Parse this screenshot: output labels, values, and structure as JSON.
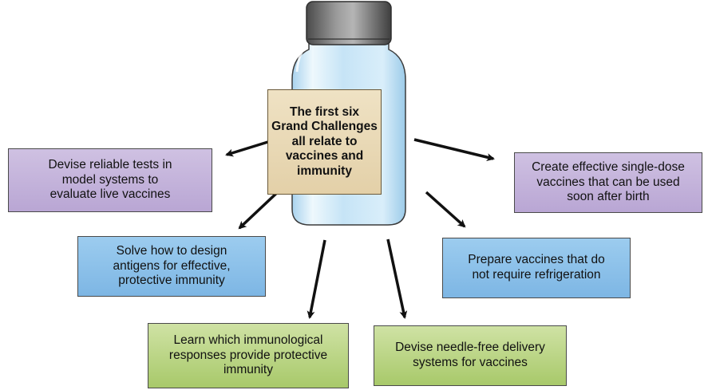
{
  "center_label": "The first six\nGrand Challenges\nall relate to\nvaccines and\nimmunity",
  "challenges": {
    "live_vaccines": "Devise reliable tests in\nmodel systems to\nevaluate live vaccines",
    "single_dose": "Create effective single-dose\nvaccines that can be used\nsoon after birth",
    "antigens": "Solve how to design\nantigens for effective,\nprotective immunity",
    "refrigeration": "Prepare vaccines that do\nnot require refrigeration",
    "immunological_responses": "Learn which immunological\nresponses provide protective\nimmunity",
    "needle_free": "Devise needle-free delivery\nsystems for vaccines"
  },
  "colors": {
    "purple": "#c4b4dc",
    "blue": "#8fc2ea",
    "green": "#bcd688",
    "label": "#e9d9b6",
    "cap": "#6e6e6e",
    "bottle": "#c9e6f7"
  }
}
